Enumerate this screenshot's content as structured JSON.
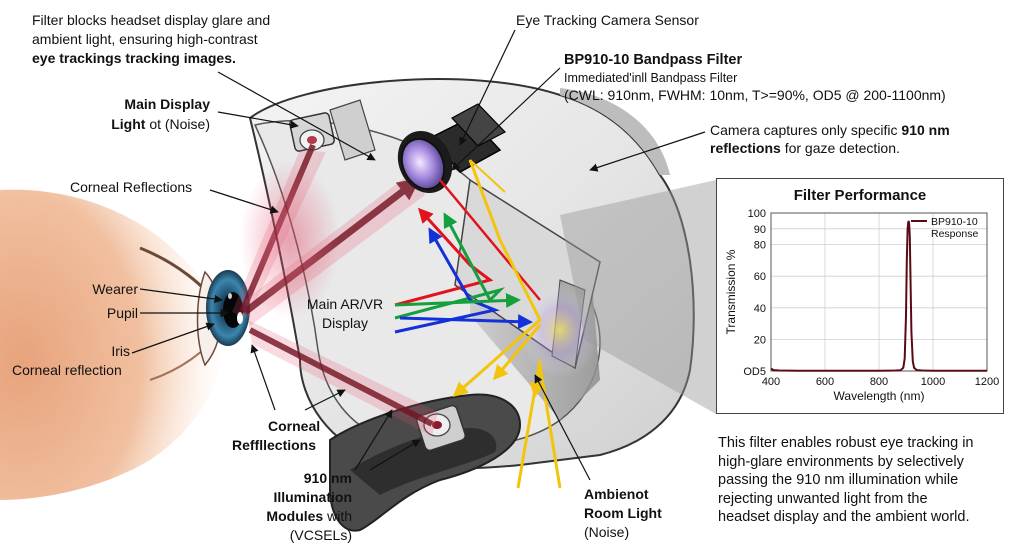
{
  "labels": {
    "top_left_1": "Filter blocks headset display glare and",
    "top_left_2": "ambient light, ensuring high-contrast",
    "top_left_3": "eye trackings tracking images.",
    "main_display_1": "Main Display",
    "main_display_2a": "Light",
    "main_display_2b": "ot (Noise)",
    "corneal_refl_top": "Corneal Reflections",
    "wearer": "Wearer",
    "pupil": "Pupil",
    "iris": "Iris",
    "corneal_reflection": "Corneal reflection",
    "eye_tracking_camera": "Eye Tracking Camera Sensor",
    "bp_title": "BP910-10 Bandpass Filter",
    "bp_sub": "Immediated'inll Bandpass Filter",
    "bp_specs": "(CWL: 910nm, FWHM: 10nm, T>=90%, OD5 @ 200-1100nm)",
    "camera_1a": "Camera captures only specific ",
    "camera_1b": "910 nm",
    "camera_2a": "reflections",
    "camera_2b": " for gaze detection.",
    "main_ar_1": "Main AR/VR",
    "main_ar_2": "Display",
    "corneal_bottom_1": "Corneal",
    "corneal_bottom_2": "Reffllections",
    "nm910_1": "910 nm",
    "nm910_2": "Illumination",
    "nm910_3a": "Modules",
    "nm910_3b": " with",
    "nm910_4": "(VCSELs)",
    "ambient_1": "Ambienot",
    "ambient_2": "Room Light",
    "ambient_3": "(Noise)",
    "desc_1": "This filter enables robust eye tracking in",
    "desc_2": "high-glare environments by selectively",
    "desc_3": "passing the 910 nm illumination while",
    "desc_4": "rejecting unwanted light from the",
    "desc_5": "headset display and the ambient world."
  },
  "colors": {
    "ir_beam": "#8b1a2b",
    "red_ray": "#e0141e",
    "green_ray": "#14a03c",
    "blue_ray": "#1430d8",
    "yellow_ray": "#f2c40c",
    "iris": "#2f6f93",
    "curve": "#5a0a14"
  },
  "chart_data": {
    "type": "line",
    "title": "Filter Performance",
    "xlabel": "Wavelength (nm)",
    "ylabel": "Transmission %",
    "xlim": [
      400,
      1200
    ],
    "ylim": [
      0,
      100
    ],
    "xticks": [
      "400",
      "600",
      "800",
      "1000",
      "1200"
    ],
    "yticks": [
      "OD5",
      "20",
      "40",
      "60",
      "80",
      "90",
      "100"
    ],
    "ytick_values": [
      0,
      20,
      40,
      60,
      80,
      90,
      100
    ],
    "grid": true,
    "legend_position": "top-right",
    "series": [
      {
        "name": "BP910-10 Response",
        "x": [
          400,
          410,
          430,
          500,
          600,
          700,
          800,
          860,
          880,
          890,
          895,
          900,
          903,
          906,
          908,
          910,
          912,
          914,
          917,
          920,
          925,
          930,
          940,
          960,
          1000,
          1100,
          1200
        ],
        "y": [
          1.5,
          0.6,
          0.3,
          0.2,
          0.2,
          0.2,
          0.2,
          0.3,
          0.5,
          2,
          8,
          35,
          70,
          90,
          94,
          95,
          93,
          85,
          55,
          25,
          6,
          2,
          0.6,
          0.3,
          0.2,
          0.2,
          0.2
        ]
      }
    ]
  }
}
